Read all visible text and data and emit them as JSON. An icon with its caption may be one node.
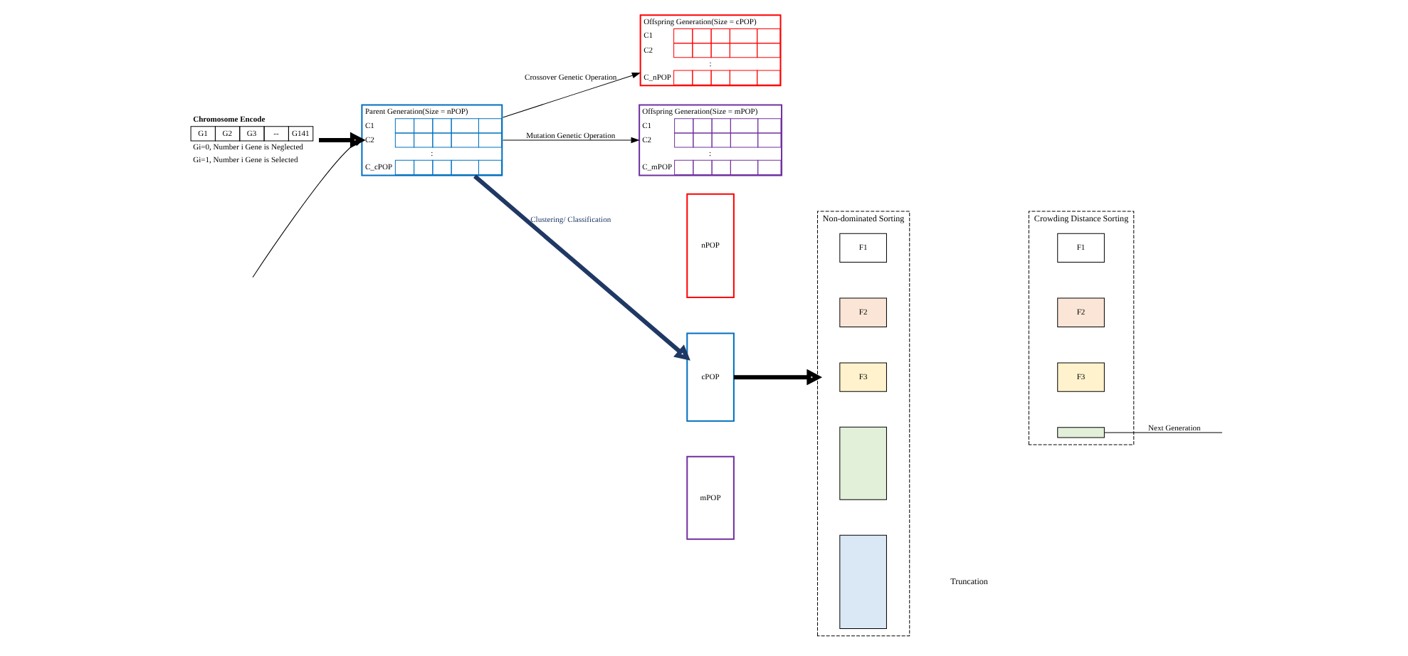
{
  "diagram": {
    "nodes": [
      {
        "text": [
          "Chromosome Encode",
          "G1",
          "G2",
          "G3",
          "--",
          "G141"
        ],
        "beside": [
          "Gi=0, Number i Gene is Neglected",
          "Gi=1, Number i Gene is Selected"
        ]
      },
      {
        "text": [
          "Offspring Generation(Size = cPOP)",
          "C1",
          "C2",
          ":",
          "C_nPOP"
        ]
      },
      {
        "text": [
          "Parent Generation(Size = nPOP)",
          "C1",
          "C2",
          ":",
          "C_cPOP"
        ]
      },
      {
        "text": [
          "Offspring Generation(Size = mPOP)",
          "C1",
          "C2",
          ":",
          "C_mPOP"
        ]
      },
      {
        "text": [
          "nPOP"
        ]
      },
      {
        "text": [
          "cPOP"
        ]
      },
      {
        "text": [
          "mPOP"
        ]
      },
      {
        "text": [
          "Non-dominated Sorting"
        ]
      },
      {
        "text": [
          "F1"
        ],
        "in": 7
      },
      {
        "text": [
          "F2"
        ],
        "in": 7
      },
      {
        "text": [
          "F3"
        ],
        "in": 7
      },
      {
        "text": [],
        "shape": "box",
        "in": 7
      },
      {
        "text": [],
        "shape": "box",
        "in": 7
      },
      {
        "text": [
          "Crowding Distance Sorting"
        ]
      },
      {
        "text": [
          "F1"
        ],
        "in": 13
      },
      {
        "text": [
          "F2"
        ],
        "in": 13
      },
      {
        "text": [
          "F3"
        ],
        "in": 13
      },
      {
        "text": [],
        "shape": "box",
        "in": 13
      }
    ],
    "edges": [
      {
        "from": 0,
        "to": 2,
        "arrow": "to",
        "style": "thick"
      },
      {
        "from": 2,
        "to": 1,
        "arrow": "to",
        "label": "Crossover Genetic Operation"
      },
      {
        "from": 2,
        "to": 3,
        "arrow": "to",
        "label": "Mutation Genetic Operation"
      },
      {
        "from": null,
        "to": 2,
        "arrow": "to"
      },
      {
        "from": 2,
        "to": 5,
        "arrow": "to",
        "label": "Clustering/ Classification",
        "style": "thick",
        "color": "#1f3864"
      },
      {
        "from": 5,
        "to": 7,
        "arrow": "to",
        "style": "thick"
      },
      {
        "from": 17,
        "to": null,
        "arrow": "none",
        "label": "Next Generation"
      }
    ],
    "labels": [
      "Truncation"
    ]
  }
}
